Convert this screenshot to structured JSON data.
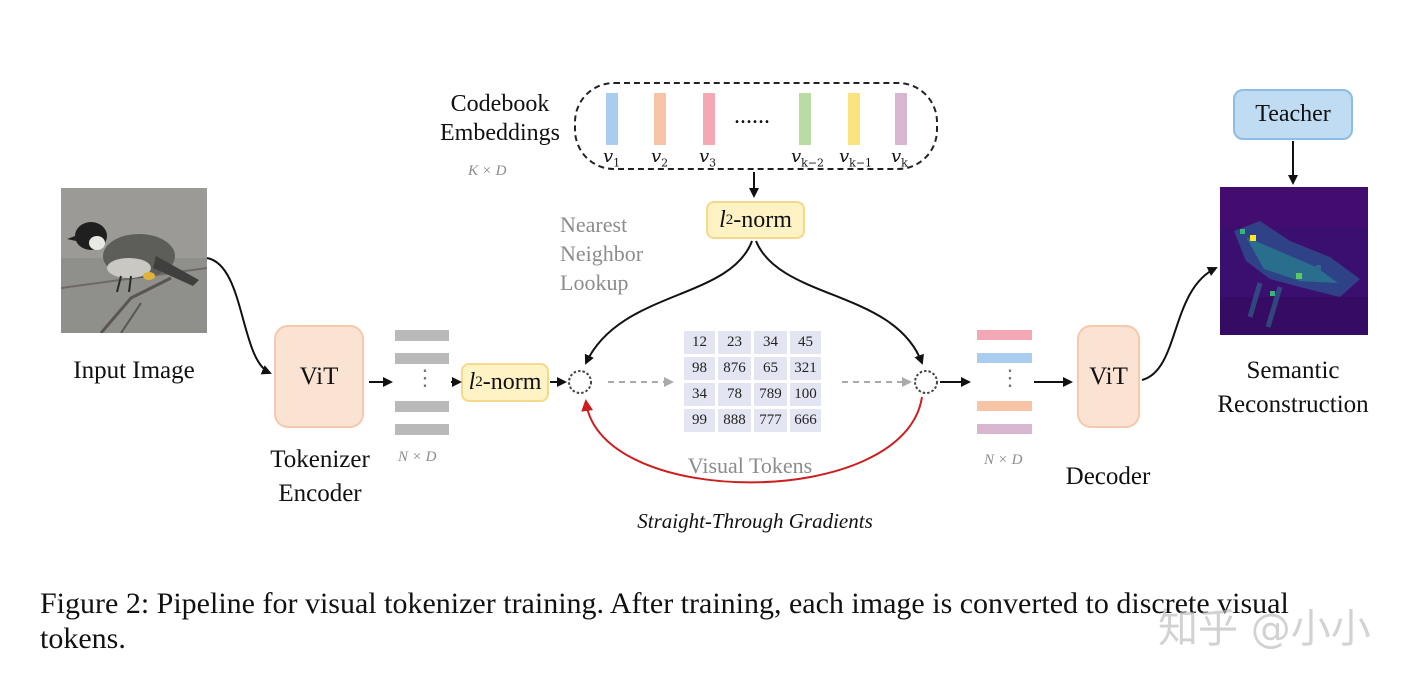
{
  "labels": {
    "input_image": "Input Image",
    "vit": "ViT",
    "tokenizer_encoder_1": "Tokenizer",
    "tokenizer_encoder_2": "Encoder",
    "n_times_d_left": "N × D",
    "n_times_d_right": "N × D",
    "l2_norm_prefix": "l",
    "l2_norm_sub": "2",
    "l2_norm_suffix": "-norm",
    "codebook_1": "Codebook",
    "codebook_2": "Embeddings",
    "k_times_d": "K × D",
    "nearest_1": "Nearest",
    "nearest_2": "Neighbor",
    "nearest_3": "Lookup",
    "visual_tokens": "Visual Tokens",
    "straight_through": "Straight-Through Gradients",
    "decoder": "Decoder",
    "teacher": "Teacher",
    "semantic_1": "Semantic",
    "semantic_2": "Reconstruction",
    "ellipsis": "......",
    "vdots": "⋮"
  },
  "codebook_vectors": [
    {
      "base": "v",
      "sub": "1",
      "color": "#a8cdee"
    },
    {
      "base": "v",
      "sub": "2",
      "color": "#f7c4a5"
    },
    {
      "base": "v",
      "sub": "3",
      "color": "#f4a7b4"
    },
    {
      "base": "v",
      "sub": "k−2",
      "color": "#b9dca4"
    },
    {
      "base": "v",
      "sub": "k−1",
      "color": "#f8e37e"
    },
    {
      "base": "v",
      "sub": "k",
      "color": "#d8b6cf"
    }
  ],
  "token_grid": [
    [
      "12",
      "23",
      "34",
      "45"
    ],
    [
      "98",
      "876",
      "65",
      "321"
    ],
    [
      "34",
      "78",
      "789",
      "100"
    ],
    [
      "99",
      "888",
      "777",
      "666"
    ]
  ],
  "output_token_colors": [
    "#f4a7b4",
    "#a8cdee",
    "#f7c4a5",
    "#d8b6cf"
  ],
  "caption": "Figure 2: Pipeline for visual tokenizer training. After training, each image is converted to discrete visual tokens.",
  "watermark": "知乎 @小小",
  "colors": {
    "gradient_arrow": "#cc1f1f",
    "vit_fill": "#fbe3d4",
    "norm_fill": "#fff2c4",
    "teacher_fill": "#bfdcf2"
  }
}
